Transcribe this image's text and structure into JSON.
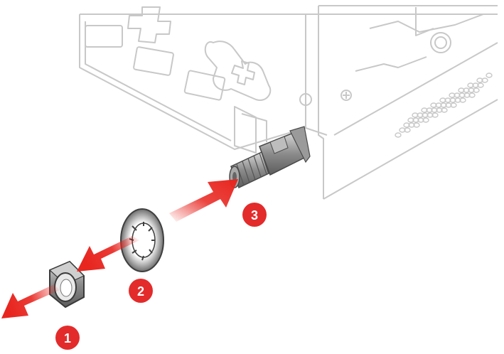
{
  "callouts": [
    {
      "number": "1"
    },
    {
      "number": "2"
    },
    {
      "number": "3"
    }
  ],
  "colors": {
    "callout": "#e32b2b",
    "arrow": "#e8251f",
    "line_art": "#c8c8c8",
    "connector_metal": "#8a8a8a"
  }
}
